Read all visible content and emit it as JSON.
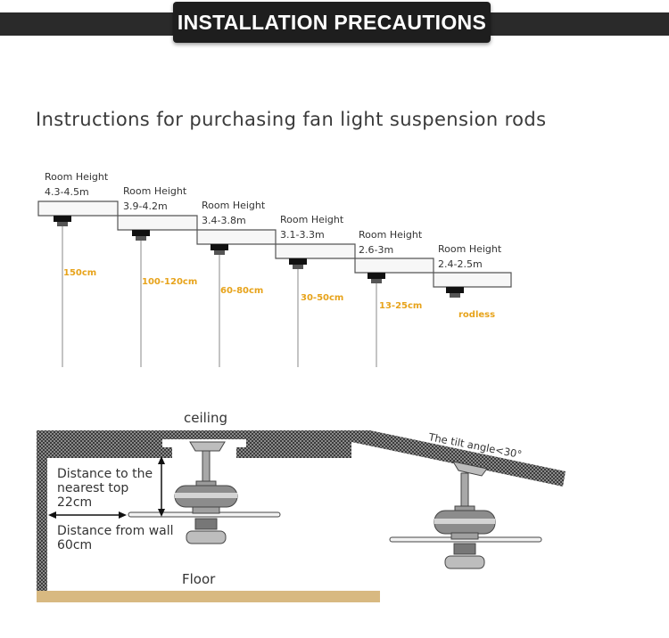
{
  "banner": {
    "title": "INSTALLATION PRECAUTIONS"
  },
  "heading": "Instructions for purchasing fan light suspension rods",
  "steps": [
    {
      "room_label": "Room Height",
      "height": "4.3-4.5m",
      "rod": "150cm"
    },
    {
      "room_label": "Room Height",
      "height": "3.9-4.2m",
      "rod": "100-120cm"
    },
    {
      "room_label": "Room Height",
      "height": "3.4-3.8m",
      "rod": "60-80cm"
    },
    {
      "room_label": "Room Height",
      "height": "3.1-3.3m",
      "rod": "30-50cm"
    },
    {
      "room_label": "Room Height",
      "height": "2.6-3m",
      "rod": "13-25cm"
    },
    {
      "room_label": "Room Height",
      "height": "2.4-2.5m",
      "rod": "rodless"
    }
  ],
  "install": {
    "ceiling": "ceiling",
    "dist_top_line1": "Distance to the",
    "dist_top_line2": "nearest top",
    "dist_top_value": "22cm",
    "dist_wall_line1": "Distance from wall",
    "dist_wall_value": "60cm",
    "floor": "Floor",
    "tilt": "The tilt angle<30°"
  },
  "colors": {
    "rod_label": "#e7a31b",
    "banner": "#1e1e1e",
    "floor": "#d8b981",
    "ceiling": "#6b6b6b"
  }
}
